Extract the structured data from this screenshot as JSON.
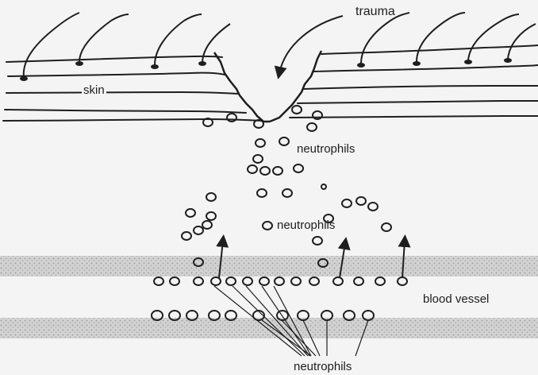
{
  "labels": {
    "trauma": "trauma",
    "skin": "skin",
    "neutrophils_top": "neutrophils",
    "neutrophils_middle": "neutrophils",
    "blood_vessel": "blood vessel",
    "neutrophils_bottom": "neutrophils"
  },
  "colors": {
    "background": "#f4f4f4",
    "ink": "#1e1e1e",
    "vessel_stipple": "#b9b9b9"
  }
}
